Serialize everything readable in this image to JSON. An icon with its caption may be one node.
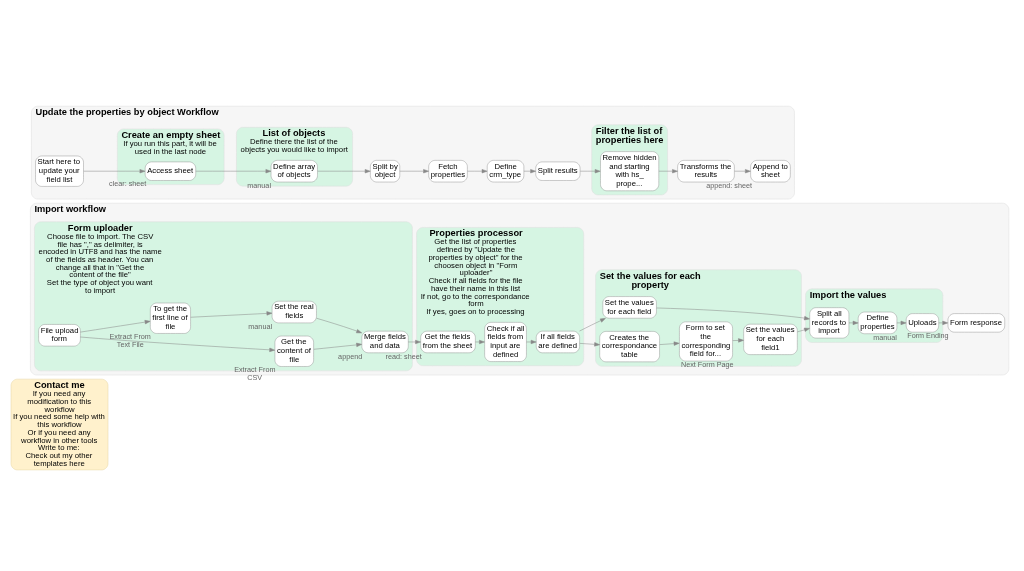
{
  "diagram": {
    "nodes": [
      {
        "text": [
          "Contact me",
          "If you need any modification to this workflow",
          "If you need some help with this workflow",
          "Or if you need any workflow in other tools",
          "Write to me:",
          "Check out my other templates here"
        ]
      },
      {
        "text": [
          "Import workflow"
        ]
      },
      {
        "text": [
          "Form uploader",
          "Choose file to import. The CSV file has \",\" as delimiter, is encoded in UTF8 and has the name of the fields as header. You can change all that in \"Get the content of the file\"",
          "Set the type of object you want to import"
        ],
        "in": 1
      },
      {
        "text": [
          "File upload form"
        ],
        "in": 2
      },
      {
        "text": [
          "Get the content of file"
        ],
        "beside": [
          "Extract From CSV"
        ],
        "in": 2
      },
      {
        "text": [
          "To get the first line of file"
        ],
        "beside": [
          "Extract From Text File"
        ],
        "in": 2
      },
      {
        "text": [
          "Set the real fields"
        ],
        "beside": [
          "manual"
        ],
        "in": 2
      },
      {
        "text": [
          "Merge fields and data"
        ],
        "beside": [
          "append"
        ],
        "in": 2
      },
      {
        "text": [
          "Properties processor",
          "Get the list of properties defined by \"Update the properties by object\" for the choosen object in \"Form uploader\"",
          "Check if all fields for the file have their name in this list",
          "If not, go to the correspondance form",
          "If yes, goes on to processing"
        ],
        "in": 1
      },
      {
        "text": [
          "Get the fields from the sheet"
        ],
        "beside": [
          "read: sheet"
        ],
        "in": 8
      },
      {
        "text": [
          "Check if all fields from input are defined"
        ],
        "in": 8
      },
      {
        "text": [
          "If all fields are defined"
        ],
        "in": 8
      },
      {
        "text": [
          "Set the values for each property"
        ],
        "in": 1
      },
      {
        "text": [
          "Set the values for each field"
        ],
        "in": 12
      },
      {
        "text": [
          "Creates the correspondance table"
        ],
        "in": 12
      },
      {
        "text": [
          "Form to set the corresponding field for..."
        ],
        "beside": [
          "Next Form Page"
        ],
        "in": 12
      },
      {
        "text": [
          "Set the values for each field1"
        ],
        "in": 12
      },
      {
        "text": [
          "Import the values"
        ],
        "in": 1
      },
      {
        "text": [
          "Split all records to import"
        ],
        "in": 17
      },
      {
        "text": [
          "Define properties"
        ],
        "beside": [
          "manual"
        ],
        "in": 17
      },
      {
        "text": [
          "Uploads"
        ],
        "in": 17
      },
      {
        "text": [
          "Form response"
        ],
        "beside": [
          "Form Ending"
        ],
        "in": 1
      },
      {
        "text": [
          "Update the properties by object Workflow"
        ]
      },
      {
        "text": [
          "Create an empty sheet",
          "If you run this part, it will be used in the last node"
        ],
        "in": 22
      },
      {
        "text": [
          "Start here to update your field list"
        ],
        "in": 22
      },
      {
        "text": [
          "Access sheet"
        ],
        "beside": [
          "clear: sheet"
        ],
        "in": 23
      },
      {
        "text": [
          "List of objects",
          "Define there the list of the objects you would like to import"
        ],
        "in": 22
      },
      {
        "text": [
          "Define array of objects"
        ],
        "beside": [
          "manual"
        ],
        "in": 26
      },
      {
        "text": [
          "Split by object"
        ],
        "in": 22
      },
      {
        "text": [
          "Fetch properties"
        ],
        "in": 22
      },
      {
        "text": [
          "Define crm_type"
        ],
        "in": 22
      },
      {
        "text": [
          "Split results"
        ],
        "in": 22
      },
      {
        "text": [
          "Filter the list of properties here"
        ],
        "in": 22
      },
      {
        "text": [
          "Remove hidden and starting with hs_ prope..."
        ],
        "in": 32
      },
      {
        "text": [
          "Transforms the results"
        ],
        "in": 22
      },
      {
        "text": [
          "Append to sheet"
        ],
        "beside": [
          "append: sheet"
        ],
        "in": 22
      }
    ],
    "edges": [
      {
        "from": 3,
        "to": 4,
        "arrow": "to"
      },
      {
        "from": 3,
        "to": 5,
        "arrow": "to"
      },
      {
        "from": 5,
        "to": 6,
        "arrow": "to"
      },
      {
        "from": 4,
        "to": 7,
        "arrow": "to"
      },
      {
        "from": 6,
        "to": 7,
        "arrow": "to"
      },
      {
        "from": 7,
        "to": 9,
        "arrow": "to"
      },
      {
        "from": 9,
        "to": 10,
        "arrow": "to"
      },
      {
        "from": 10,
        "to": 11,
        "arrow": "to"
      },
      {
        "from": 11,
        "to": 13,
        "arrow": "to"
      },
      {
        "from": 11,
        "to": 14,
        "arrow": "to"
      },
      {
        "from": 14,
        "to": 15,
        "arrow": "to"
      },
      {
        "from": 15,
        "to": 16,
        "arrow": "to"
      },
      {
        "from": 13,
        "to": 18,
        "arrow": "to"
      },
      {
        "from": 16,
        "to": 18,
        "arrow": "to"
      },
      {
        "from": 18,
        "to": 19,
        "arrow": "to"
      },
      {
        "from": 19,
        "to": 20,
        "arrow": "to"
      },
      {
        "from": 20,
        "to": 21,
        "arrow": "to"
      },
      {
        "from": 24,
        "to": 25,
        "arrow": "to"
      },
      {
        "from": 25,
        "to": 27,
        "arrow": "to"
      },
      {
        "from": 27,
        "to": 28,
        "arrow": "to"
      },
      {
        "from": 28,
        "to": 29,
        "arrow": "to"
      },
      {
        "from": 29,
        "to": 30,
        "arrow": "to"
      },
      {
        "from": 30,
        "to": 31,
        "arrow": "to"
      },
      {
        "from": 31,
        "to": 33,
        "arrow": "to"
      },
      {
        "from": 33,
        "to": 34,
        "arrow": "to"
      },
      {
        "from": 34,
        "to": 35,
        "arrow": "to"
      }
    ]
  }
}
